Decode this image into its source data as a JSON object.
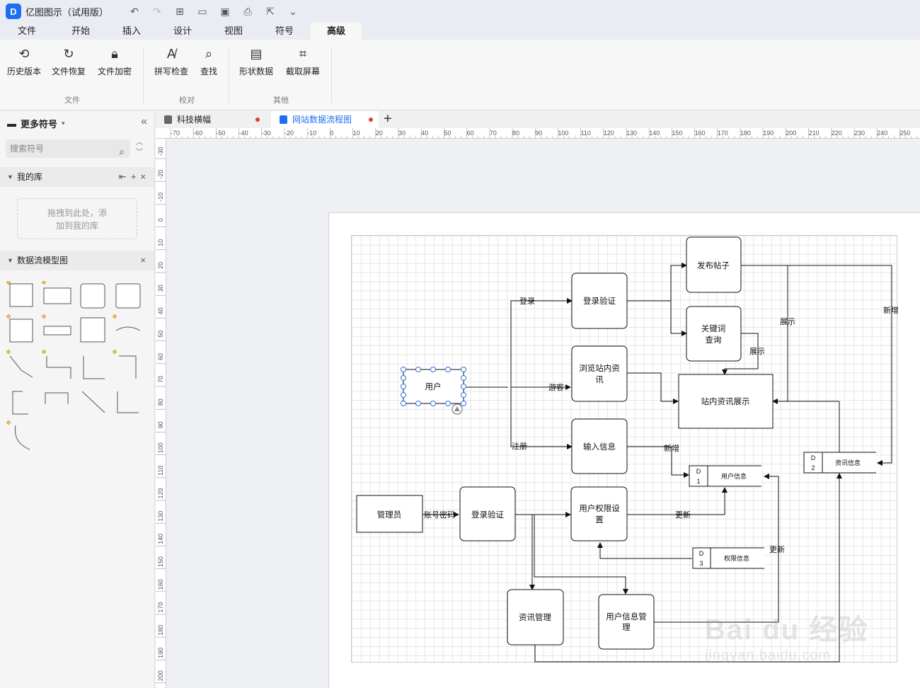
{
  "app": {
    "logo": "D",
    "title": "亿图图示（试用版）"
  },
  "menu": {
    "tabs": [
      "文件",
      "开始",
      "插入",
      "设计",
      "视图",
      "符号",
      "高级"
    ],
    "active": "高级"
  },
  "ribbon": {
    "buttons": [
      "历史版本",
      "文件恢复",
      "文件加密",
      "拼写检查",
      "查找",
      "形状数据",
      "截取屏幕"
    ],
    "groups": [
      "文件",
      "校对",
      "其他"
    ]
  },
  "left_panel": {
    "header": "更多符号",
    "search_placeholder": "搜索符号",
    "my_library": "我的库",
    "dropzone_line1": "拖拽到此处，添",
    "dropzone_line2": "加到我的库",
    "dfd_section": "数据流模型图"
  },
  "doc_tabs": [
    {
      "label": "科技横幅",
      "active": false
    },
    {
      "label": "网站数据流程图",
      "active": true
    }
  ],
  "ruler_h": [
    "-70",
    "-60",
    "-50",
    "-40",
    "-30",
    "-20",
    "-10",
    "0",
    "10",
    "20",
    "30",
    "40",
    "50",
    "60",
    "70",
    "80",
    "90",
    "100",
    "110",
    "120",
    "130",
    "140",
    "150",
    "160",
    "170",
    "180",
    "190",
    "200",
    "210",
    "220",
    "230",
    "240",
    "250"
  ],
  "ruler_v": [
    "-30",
    "-20",
    "-10",
    "0",
    "10",
    "20",
    "30",
    "40",
    "50",
    "60",
    "70",
    "80",
    "90",
    "100",
    "110",
    "120",
    "130",
    "140",
    "150",
    "160",
    "170",
    "180",
    "190",
    "200"
  ],
  "diagram": {
    "nodes": {
      "user": "用户",
      "login_verify": "登录验证",
      "post": "发布帖子",
      "keyword_l1": "关键词",
      "keyword_l2": "查询",
      "browse_l1": "浏览站内资",
      "browse_l2": "讯",
      "site_display": "站内资讯展示",
      "input_info": "输入信息",
      "admin": "管理员",
      "admin_login": "登录验证",
      "perm_l1": "用户权限设",
      "perm_l2": "置",
      "news_mgmt": "资讯管理",
      "usermgmt_l1": "用户信息管",
      "usermgmt_l2": "理"
    },
    "stores": {
      "d1_id": "D",
      "d1_num": "1",
      "d1_name": "用户信息",
      "d2_id": "D",
      "d2_num": "2",
      "d2_name": "资讯信息",
      "d3_id": "D",
      "d3_num": "3",
      "d3_name": "权限信息"
    },
    "edges": {
      "login": "登录",
      "guest": "游客",
      "register": "注册",
      "new1": "新增",
      "new2": "新增",
      "show1": "展示",
      "show2": "展示",
      "update1": "更新",
      "update2": "更新",
      "account": "账号密码"
    }
  },
  "watermark": {
    "brand": "Bai du 经验",
    "url": "jingyan.baidu.com"
  }
}
